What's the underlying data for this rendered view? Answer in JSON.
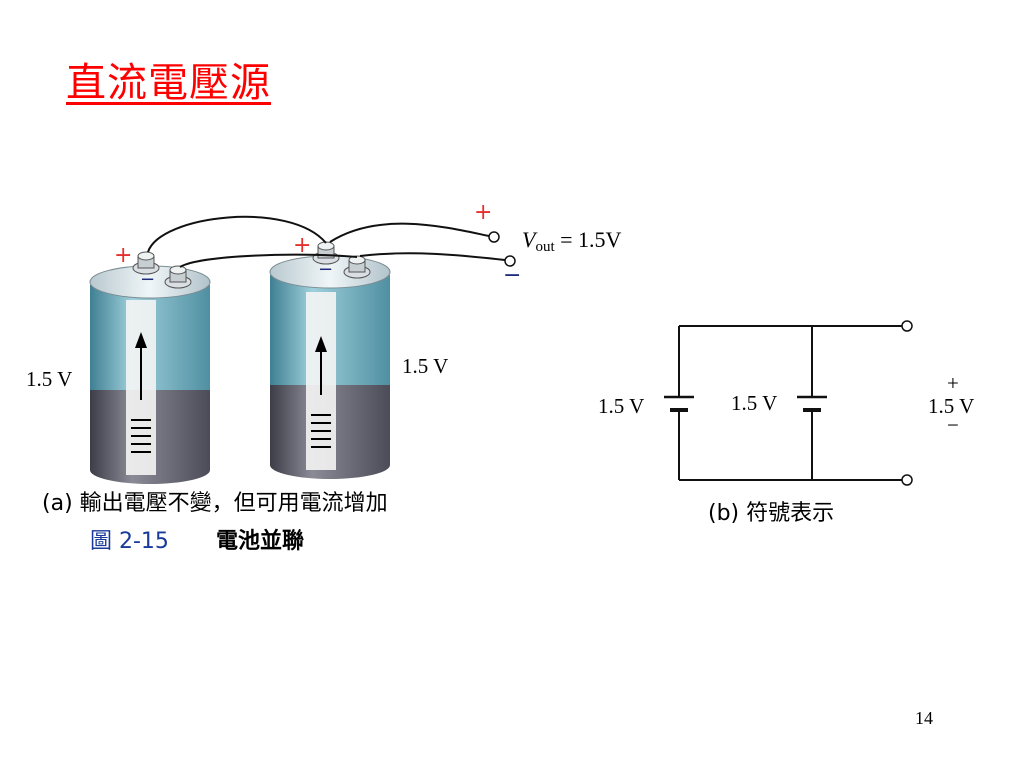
{
  "slide": {
    "title": "直流電壓源",
    "page_number": "14"
  },
  "figure_a": {
    "battery_left_voltage": "1.5 V",
    "battery_right_voltage": "1.5 V",
    "plus_sign": "+",
    "minus_sign": "−",
    "vout_symbol": "V",
    "vout_subscript": "out",
    "vout_value": " = 1.5V",
    "caption": "(a) 輸出電壓不變，但可用電流增加"
  },
  "figure_caption": {
    "number": "圖 2-15",
    "title": "電池並聯",
    "color": "#1a3a9a"
  },
  "figure_b": {
    "battery_1_voltage": "1.5 V",
    "battery_2_voltage": "1.5 V",
    "output_plus": "+",
    "output_voltage": "1.5 V",
    "output_minus": "−",
    "caption": "(b) 符號表示"
  },
  "colors": {
    "title": "#ff0000",
    "battery_top": "#6aa7b8",
    "battery_bottom": "#5e5f6b",
    "terminal_plus": "#e53030"
  }
}
